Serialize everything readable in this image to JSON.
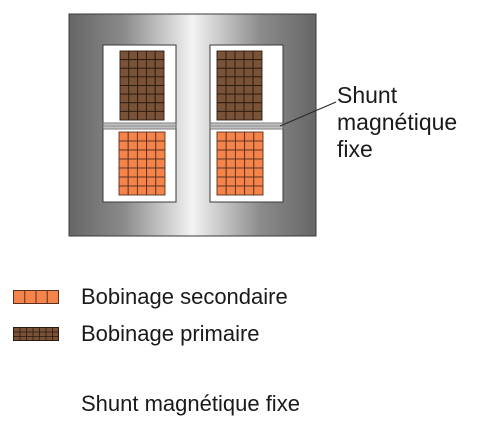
{
  "callout": {
    "lines": [
      "Shunt",
      "magnétique",
      "fixe"
    ]
  },
  "legend": {
    "secondary": "Bobinage secondaire",
    "primary": "Bobinage primaire",
    "shunt": "Shunt magnétique fixe"
  },
  "colors": {
    "primary_winding": "#7a5238",
    "secondary_winding": "#f4844a",
    "core_outer": "#6b6b6b",
    "core_highlight": "#f2f2f2",
    "window": "#ffffff",
    "shunt": "#bdbdbd"
  },
  "windings": {
    "primary": {
      "rows": 8,
      "cols": 5
    },
    "secondary": {
      "rows": 7,
      "cols": 5
    }
  }
}
